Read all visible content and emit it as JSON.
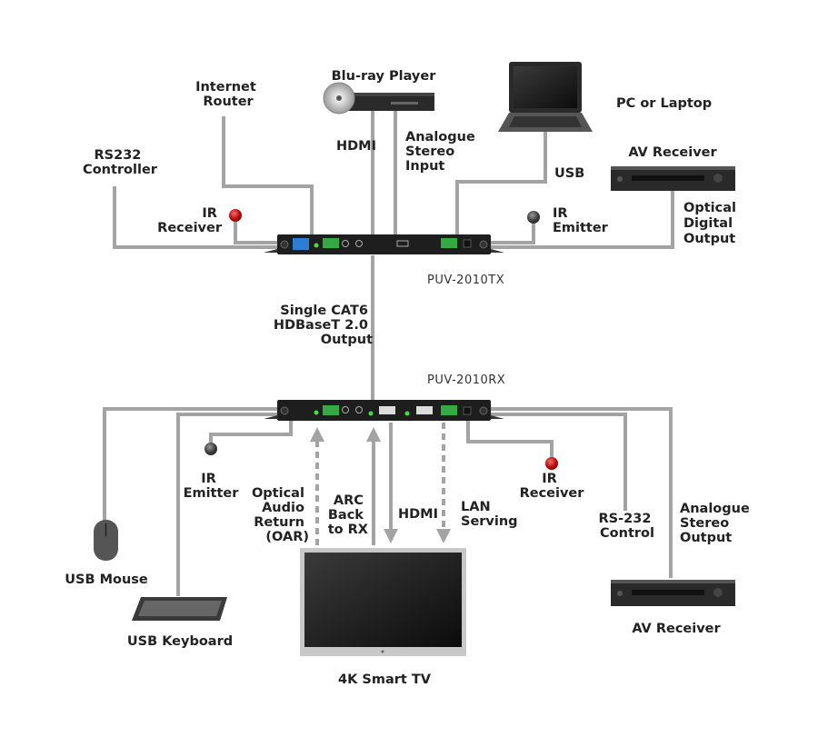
{
  "transmitter": {
    "model": "PUV-2010TX"
  },
  "receiver": {
    "model": "PUV-2010RX"
  },
  "tx_side": {
    "rs232_controller": [
      "RS232",
      "Controller"
    ],
    "internet_router": [
      "Internet",
      "Router"
    ],
    "ir_receiver": [
      "IR",
      "Receiver"
    ],
    "bluray_player": "Blu-ray Player",
    "hdmi": "HDMI",
    "analogue_input": [
      "Analogue",
      "Stereo",
      "Input"
    ],
    "pc_laptop": "PC or Laptop",
    "usb": "USB",
    "ir_emitter": [
      "IR",
      "Emitter"
    ],
    "av_receiver": "AV Receiver",
    "optical_output": [
      "Optical",
      "Digital",
      "Output"
    ]
  },
  "link": {
    "cat6": [
      "Single CAT6",
      "HDBaseT 2.0",
      "Output"
    ]
  },
  "rx_side": {
    "usb_mouse": "USB Mouse",
    "usb_keyboard": "USB Keyboard",
    "ir_emitter": [
      "IR",
      "Emitter"
    ],
    "oar": [
      "Optical",
      "Audio",
      "Return",
      "(OAR)"
    ],
    "arc": [
      "ARC",
      "Back",
      "to RX"
    ],
    "hdmi": "HDMI",
    "lan": [
      "LAN",
      "Serving"
    ],
    "ir_receiver": [
      "IR",
      "Receiver"
    ],
    "rs232": [
      "RS-232",
      "Control"
    ],
    "analogue_output": [
      "Analogue",
      "Stereo",
      "Output"
    ],
    "av_receiver": "AV Receiver",
    "tv": "4K Smart TV"
  },
  "colors": {
    "line": "#a3a3a3",
    "ir_receiver": "#cc1111",
    "device": "#1e1e1e",
    "led": "#44dd44",
    "terminal": "#33aa44",
    "lan_port": "#2a7fd4"
  }
}
